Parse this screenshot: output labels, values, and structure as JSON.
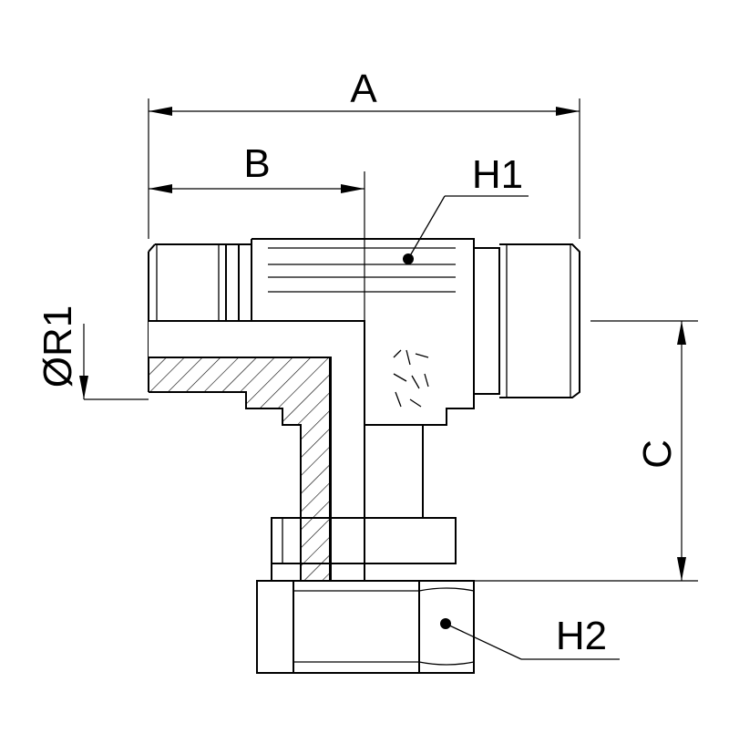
{
  "labels": {
    "a": "A",
    "b": "B",
    "c": "C",
    "h1": "H1",
    "h2": "H2",
    "r1": "ØR1"
  },
  "colors": {
    "line": "#000000",
    "background": "#ffffff"
  }
}
